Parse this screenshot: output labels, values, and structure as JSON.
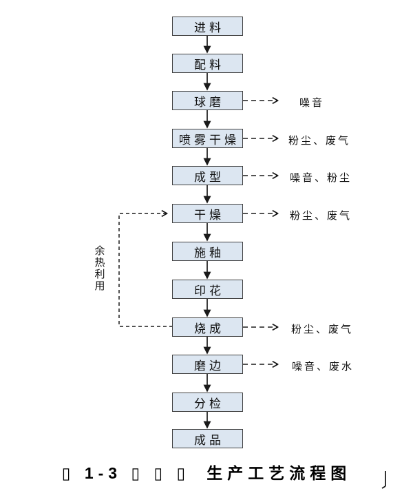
{
  "diagram": {
    "caption": {
      "prefix": "▯ 1-3 ▯ ▯ ▯",
      "title": "生产工艺流程图"
    },
    "side_loop_label": "余热利用",
    "steps": [
      {
        "label": "进料"
      },
      {
        "label": "配料"
      },
      {
        "label": "球磨",
        "emission": "噪音"
      },
      {
        "label": "喷雾干燥",
        "emission": "粉尘、废气"
      },
      {
        "label": "成型",
        "emission": "噪音、粉尘"
      },
      {
        "label": "干燥",
        "emission": "粉尘、废气"
      },
      {
        "label": "施釉"
      },
      {
        "label": "印花"
      },
      {
        "label": "烧成",
        "emission": "粉尘、废气"
      },
      {
        "label": "磨边",
        "emission": "噪音、废水"
      },
      {
        "label": "分检"
      },
      {
        "label": "成品"
      }
    ],
    "colors": {
      "box_fill": "#dce6f1",
      "box_border": "#3f3f3f",
      "line": "#1a1a1a",
      "background": "#ffffff"
    }
  }
}
